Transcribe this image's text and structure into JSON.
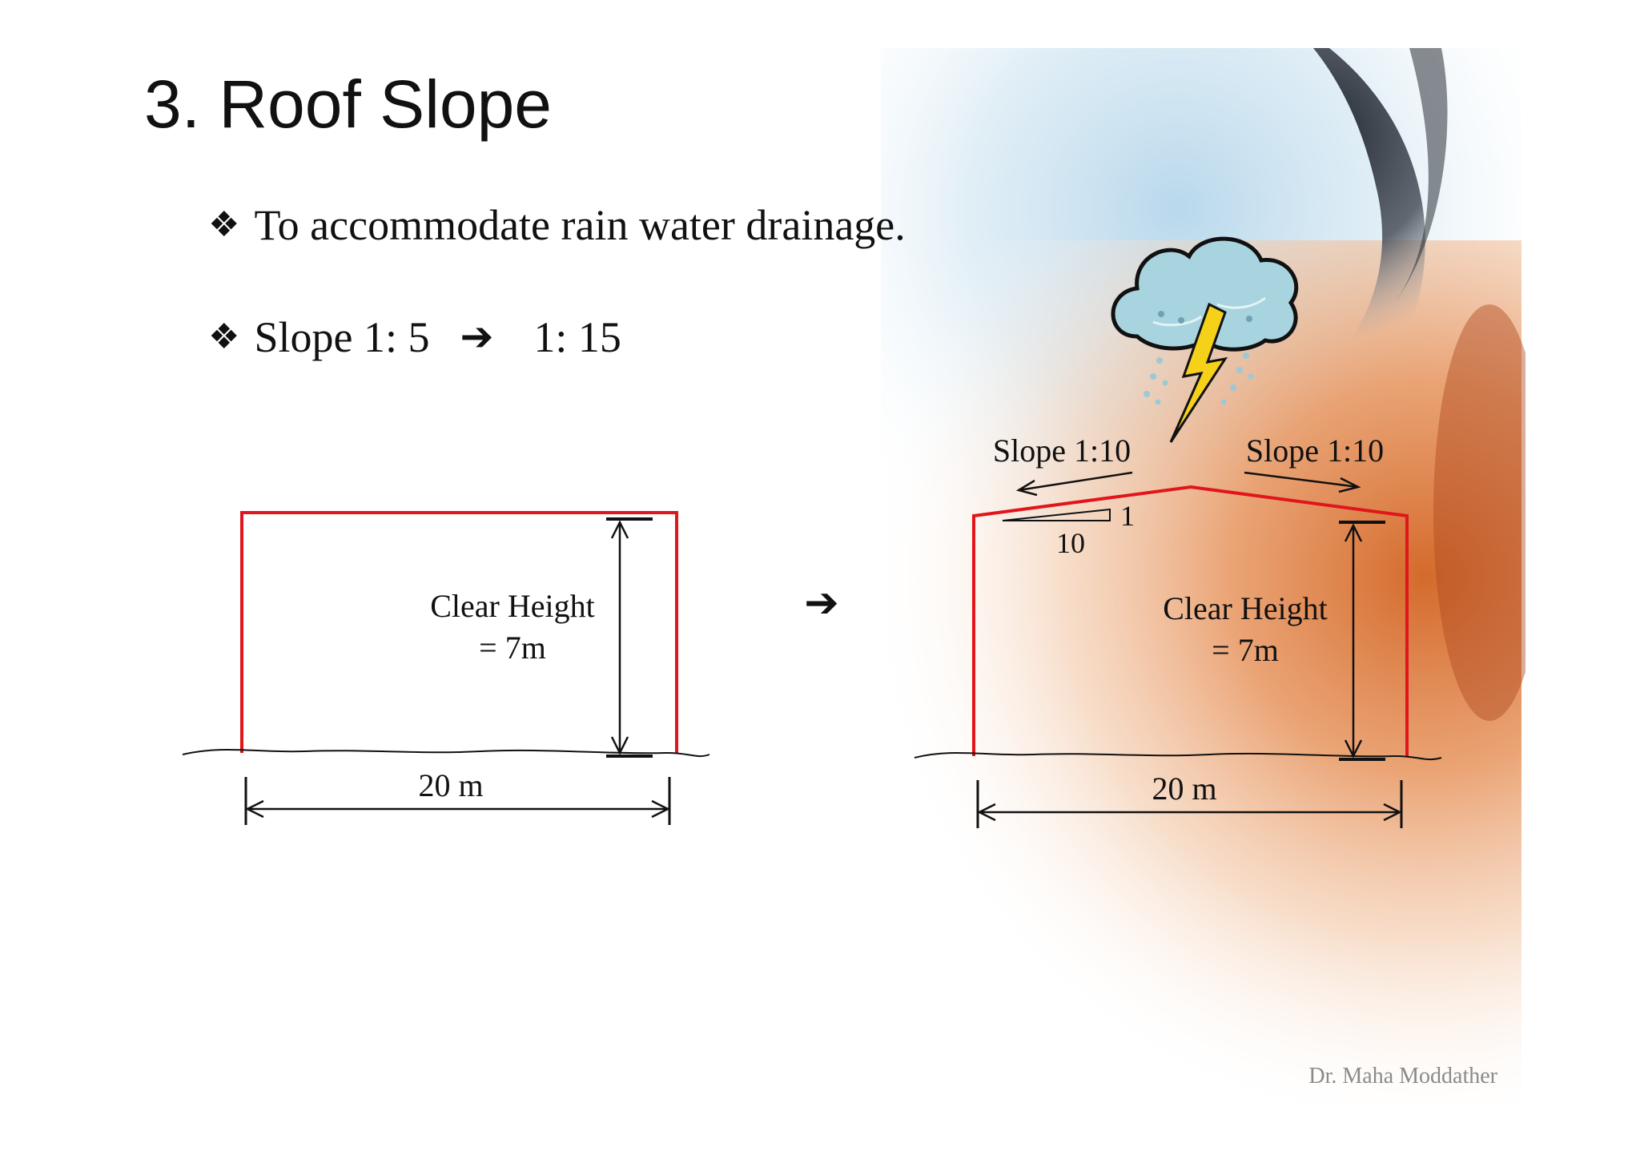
{
  "slide": {
    "title": "3. Roof Slope",
    "bullets": [
      {
        "icon": "diamond-bullet-icon",
        "text": "To accommodate rain water drainage."
      },
      {
        "icon": "diamond-bullet-icon",
        "text_before": "Slope 1: 5",
        "arrow_icon": "right-arrow-icon",
        "text_after": "1: 15"
      }
    ],
    "footer": "Dr. Maha Moddather"
  },
  "diagram_left": {
    "clear_height_line1": "Clear Height",
    "clear_height_line2": "= 7m",
    "width_label": "20 m"
  },
  "transition_arrow": "➔",
  "diagram_right": {
    "slope_left": "Slope 1:10",
    "slope_right": "Slope 1:10",
    "rise_label": "1",
    "run_label": "10",
    "clear_height_line1": "Clear Height",
    "clear_height_line2": "= 7m",
    "width_label": "20 m"
  },
  "icons": {
    "storm": "storm-cloud-lightning-icon"
  },
  "colors": {
    "frame": "#e0161b",
    "text": "#111111",
    "footer": "#8a8a8a"
  }
}
